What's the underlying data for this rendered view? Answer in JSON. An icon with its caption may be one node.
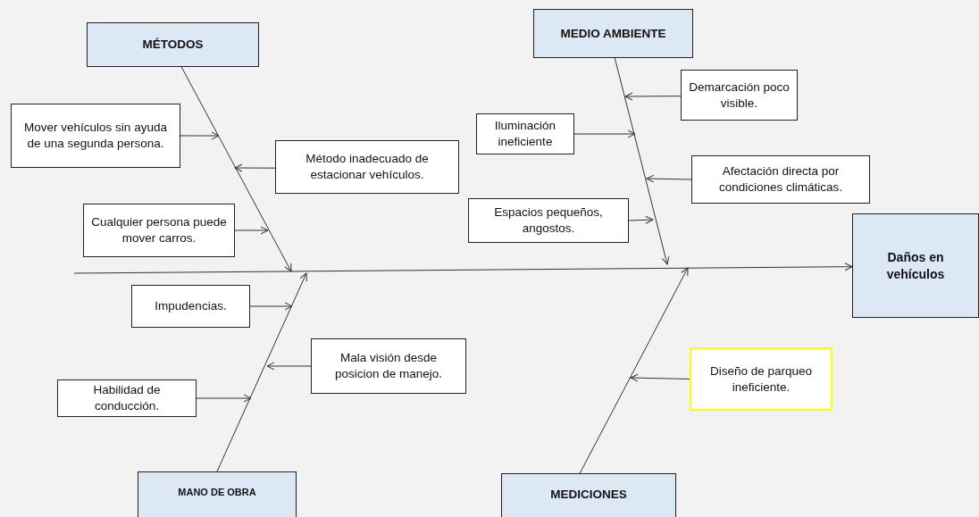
{
  "diagram": {
    "nodes": [
      {
        "text": [
          "MÉTODOS"
        ]
      },
      {
        "text": [
          "MEDIO AMBIENTE"
        ]
      },
      {
        "text": [
          "Demarcación poco visible."
        ]
      },
      {
        "text": [
          "Mover vehículos sin ayuda de una segunda persona."
        ]
      },
      {
        "text": [
          "Iluminación ineficiente"
        ]
      },
      {
        "text": [
          "Método inadecuado de estacionar vehículos."
        ]
      },
      {
        "text": [
          "Afectación directa por condiciones climáticas."
        ]
      },
      {
        "text": [
          "Cualquier persona puede mover carros."
        ]
      },
      {
        "text": [
          "Espacios pequeños, angostos."
        ]
      },
      {
        "text": [
          "Daños en vehículos"
        ]
      },
      {
        "text": [
          "Impudencias."
        ]
      },
      {
        "text": [
          "Mala visión desde posicion de manejo."
        ]
      },
      {
        "text": [
          "Habilidad de conducción."
        ]
      },
      {
        "text": [
          "Diseño de parqueo ineficiente."
        ]
      },
      {
        "text": [
          "MANO DE OBRA"
        ]
      },
      {
        "text": [
          "MEDICIONES"
        ]
      }
    ],
    "edges": [
      {
        "from": null,
        "to": 9,
        "arrow": "to"
      },
      {
        "from": 0,
        "to": null,
        "arrow": "to"
      },
      {
        "from": 1,
        "to": null,
        "arrow": "to"
      },
      {
        "from": 14,
        "to": null,
        "arrow": "to"
      },
      {
        "from": 15,
        "to": null,
        "arrow": "to"
      },
      {
        "from": 2,
        "to": null,
        "arrow": "to"
      },
      {
        "from": 3,
        "to": null,
        "arrow": "to"
      },
      {
        "from": 4,
        "to": null,
        "arrow": "to"
      },
      {
        "from": 5,
        "to": null,
        "arrow": "to"
      },
      {
        "from": 6,
        "to": null,
        "arrow": "to"
      },
      {
        "from": 7,
        "to": null,
        "arrow": "to"
      },
      {
        "from": 8,
        "to": null,
        "arrow": "to"
      },
      {
        "from": 10,
        "to": null,
        "arrow": "to"
      },
      {
        "from": 11,
        "to": null,
        "arrow": "to"
      },
      {
        "from": 12,
        "to": null,
        "arrow": "to"
      },
      {
        "from": 13,
        "to": null,
        "arrow": "to"
      }
    ]
  }
}
